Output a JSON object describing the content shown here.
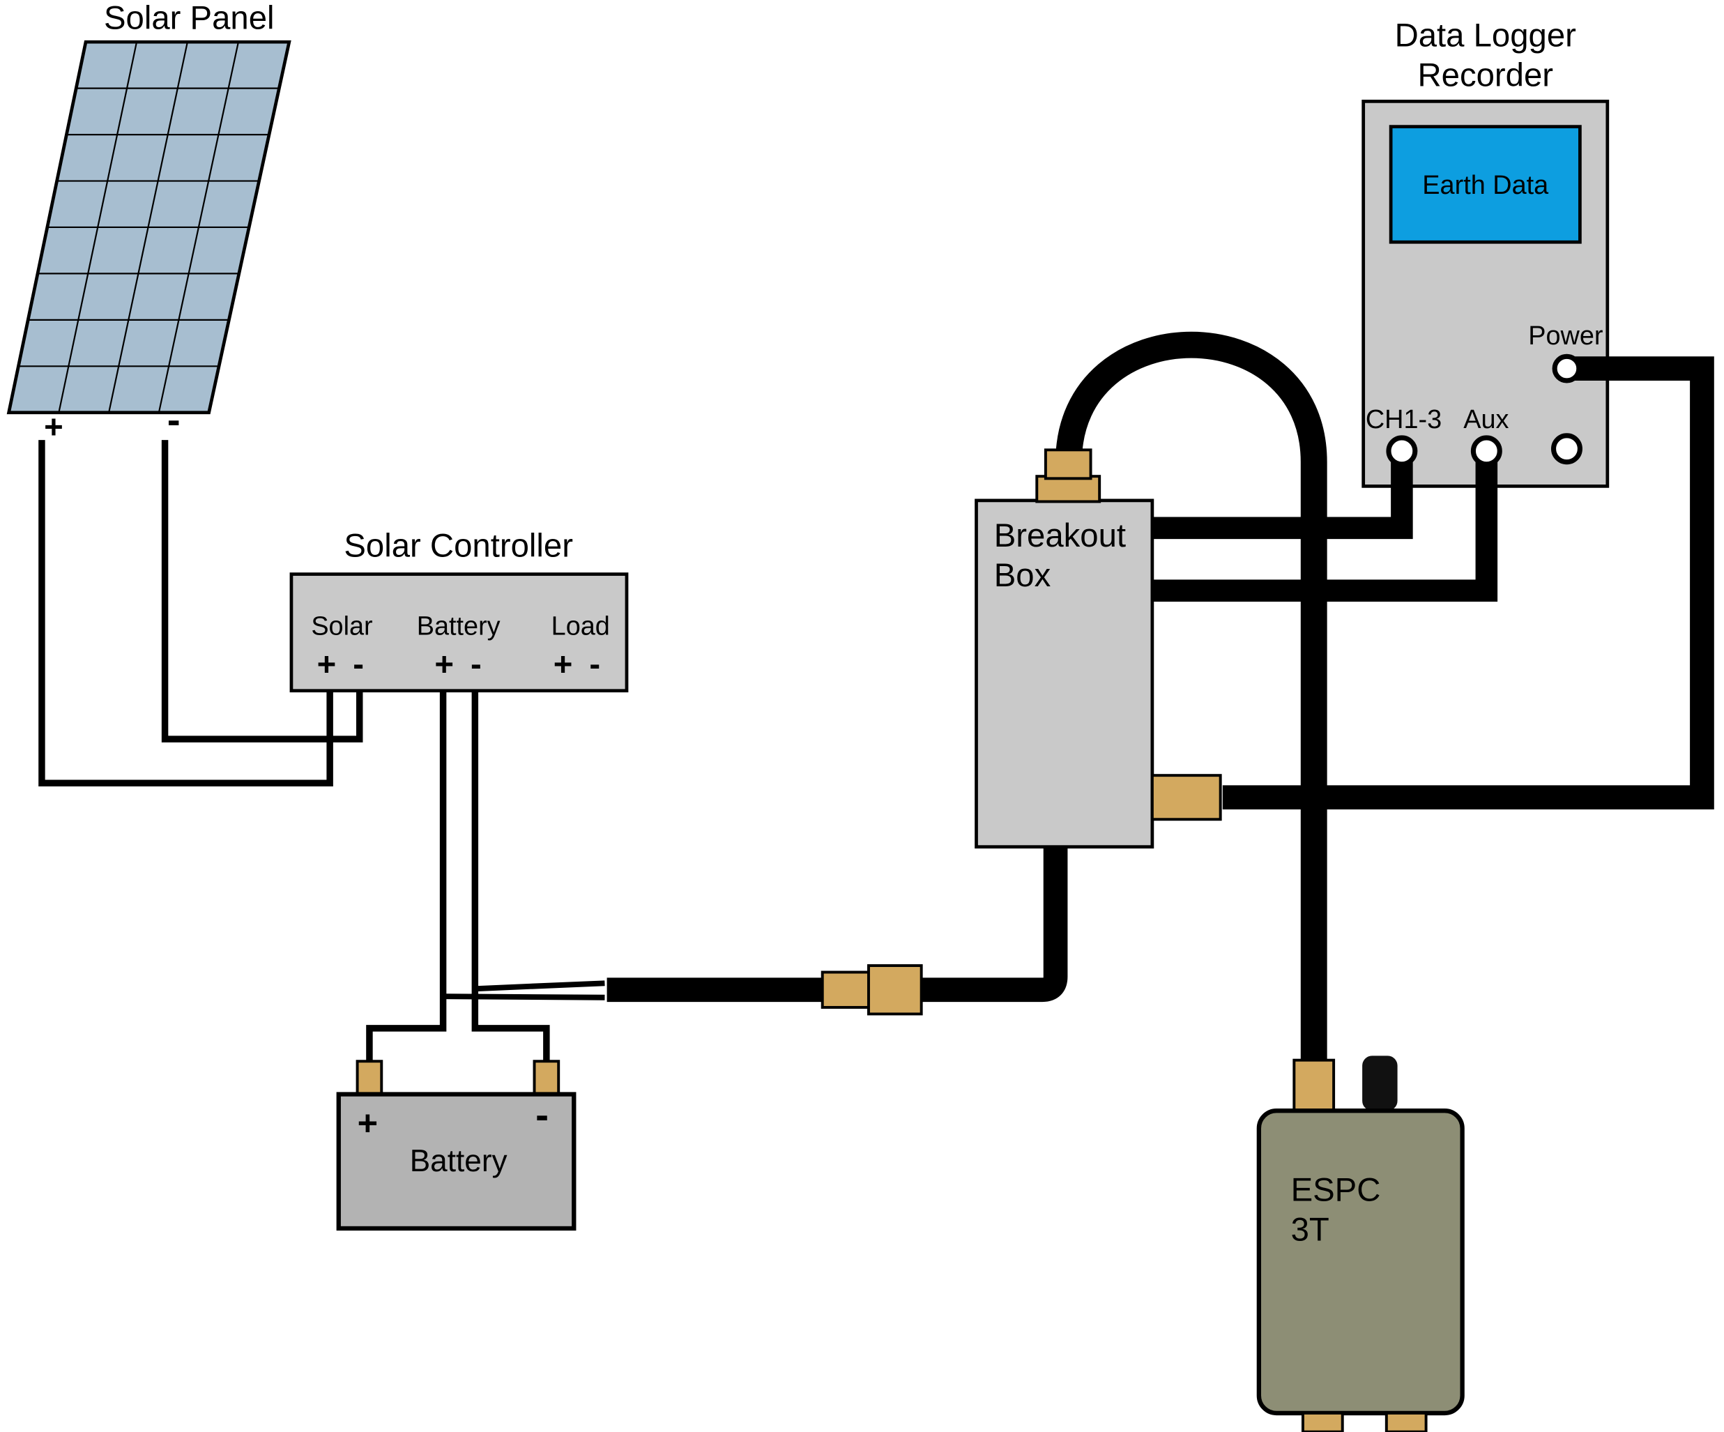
{
  "symbols": {
    "plus": "+",
    "minus": "-"
  },
  "solar_panel": {
    "title": "Solar Panel"
  },
  "solar_controller": {
    "title": "Solar Controller",
    "sections": [
      {
        "label": "Solar"
      },
      {
        "label": "Battery"
      },
      {
        "label": "Load"
      }
    ]
  },
  "battery": {
    "label": "Battery"
  },
  "breakout_box": {
    "title_line1": "Breakout",
    "title_line2": "Box"
  },
  "data_logger": {
    "title_line1": "Data Logger",
    "title_line2": "Recorder",
    "screen_label": "Earth Data",
    "ports": {
      "power": "Power",
      "ch": "CH1-3",
      "aux": "Aux"
    }
  },
  "espc": {
    "title_line1": "ESPC",
    "title_line2": "3T"
  },
  "colors": {
    "device_gray": "#c9c9c9",
    "battery_gray": "#b3b3b3",
    "panel_blue": "#a7bed0",
    "screen_blue": "#0d9ee0",
    "connector_tan": "#d3a95f",
    "espc_olive": "#8d8e75",
    "cap_black": "#111111"
  }
}
